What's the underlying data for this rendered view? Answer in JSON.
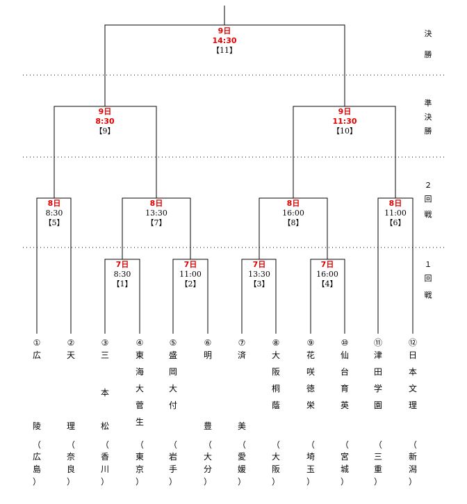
{
  "rounds": [
    {
      "name": "決勝"
    },
    {
      "name": "準決勝"
    },
    {
      "name": "２回戦"
    },
    {
      "name": "１回戦"
    }
  ],
  "teams": [
    {
      "num": "①",
      "school": "広陵",
      "pref": "広島"
    },
    {
      "num": "②",
      "school": "天理",
      "pref": "奈良"
    },
    {
      "num": "③",
      "school": "三本松",
      "pref": "香川"
    },
    {
      "num": "④",
      "school": "東海大菅生",
      "pref": "東京"
    },
    {
      "num": "⑤",
      "school": "盛岡大付",
      "pref": "岩手"
    },
    {
      "num": "⑥",
      "school": "明豊",
      "pref": "大分"
    },
    {
      "num": "⑦",
      "school": "済美",
      "pref": "愛媛"
    },
    {
      "num": "⑧",
      "school": "大阪桐蔭",
      "pref": "大阪"
    },
    {
      "num": "⑨",
      "school": "花咲徳栄",
      "pref": "埼玉"
    },
    {
      "num": "⑩",
      "school": "仙台育英",
      "pref": "宮城"
    },
    {
      "num": "⑪",
      "school": "津田学園",
      "pref": "三重"
    },
    {
      "num": "⑫",
      "school": "日本文理",
      "pref": "新潟"
    }
  ],
  "games": [
    {
      "id": "g1",
      "day": "7日",
      "time": "8:30",
      "game": "【1】"
    },
    {
      "id": "g2",
      "day": "7日",
      "time": "11:00",
      "game": "【2】"
    },
    {
      "id": "g3",
      "day": "7日",
      "time": "13:30",
      "game": "【3】"
    },
    {
      "id": "g4",
      "day": "7日",
      "time": "16:00",
      "game": "【4】"
    },
    {
      "id": "g5",
      "day": "8日",
      "time": "8:30",
      "game": "【5】"
    },
    {
      "id": "g6",
      "day": "8日",
      "time": "11:00",
      "game": "【6】"
    },
    {
      "id": "g7",
      "day": "8日",
      "time": "13:30",
      "game": "【7】"
    },
    {
      "id": "g8",
      "day": "8日",
      "time": "16:00",
      "game": "【8】"
    },
    {
      "id": "g9",
      "day": "9日",
      "time": "8:30",
      "game": "【9】"
    },
    {
      "id": "g10",
      "day": "9日",
      "time": "11:30",
      "game": "【10】"
    },
    {
      "id": "g11",
      "day": "9日",
      "time": "14:30",
      "game": "【11】"
    }
  ]
}
